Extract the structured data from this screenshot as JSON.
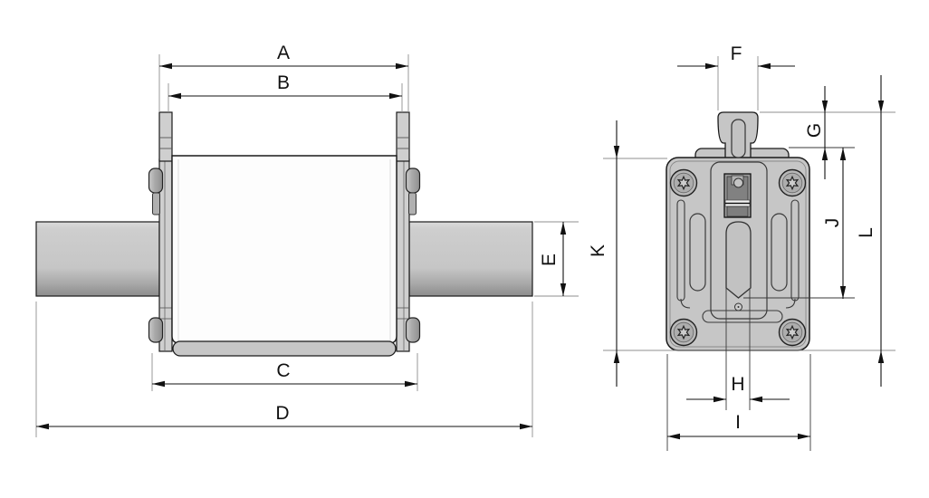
{
  "page": {
    "background": "#ffffff",
    "description": "Technical dimension drawing of an NH blade fuse link: front view (left) and side/end view (right)"
  },
  "front_view": {
    "name": "fuse-front-view",
    "dimension_labels": {
      "A": "A",
      "B": "B",
      "C": "C",
      "D": "D",
      "E": "E"
    }
  },
  "side_view": {
    "name": "fuse-side-view",
    "dimension_labels": {
      "F": "F",
      "G": "G",
      "H": "H",
      "I": "I",
      "J": "J",
      "K": "K",
      "L": "L"
    }
  },
  "colors": {
    "outline": "#1a1a1a",
    "dimension_line": "#111111",
    "extension_line": "#999999",
    "body_grey": "#c6c6c6",
    "body_white": "#fdfdfd",
    "blade_light": "#d8d8d8",
    "blade_dark": "#8c8c8c",
    "screw_fill": "#b8b8b8",
    "latch_dark": "#7e7e7e"
  }
}
